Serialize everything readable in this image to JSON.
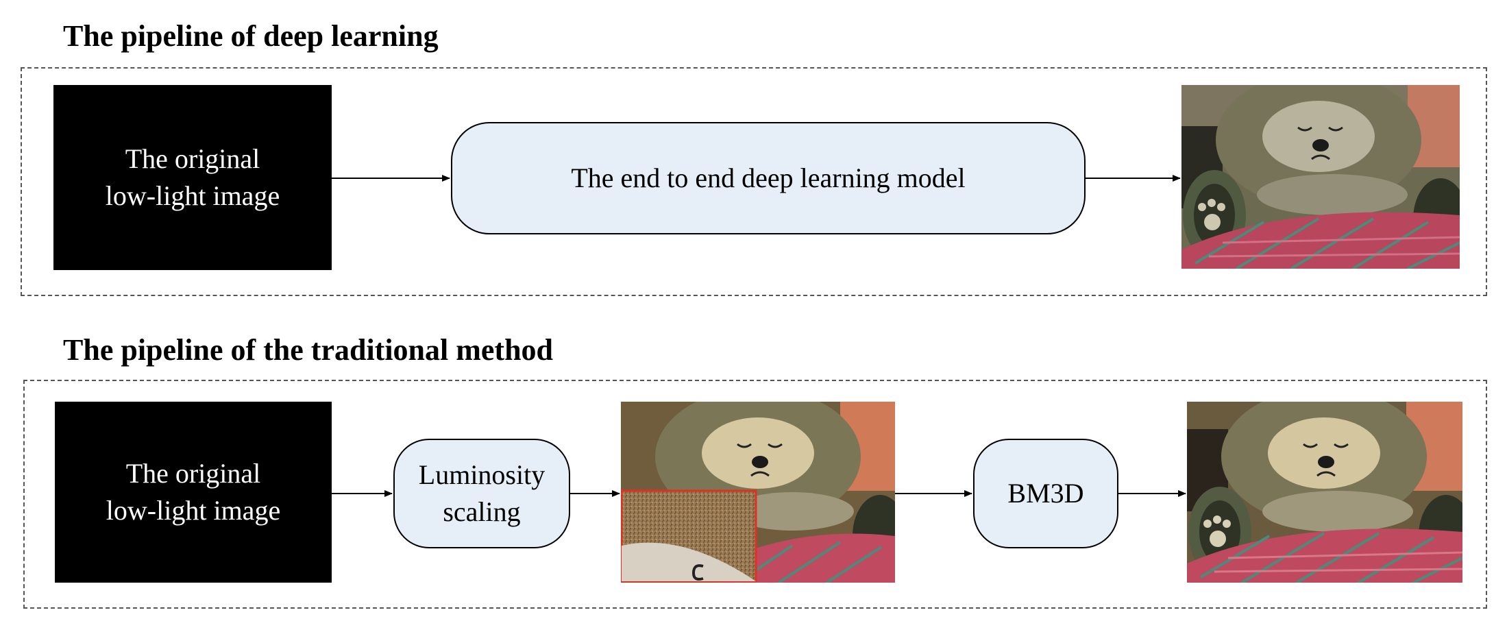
{
  "sections": {
    "deep_learning": {
      "title": "The pipeline of deep learning",
      "input_label": "The original\nlow-light image",
      "model_label": "The end to end deep learning model"
    },
    "traditional": {
      "title": "The pipeline of the traditional method",
      "input_label": "The original\nlow-light image",
      "scaling_label": "Luminosity\nscaling",
      "denoise_label": "BM3D"
    }
  },
  "colors": {
    "process_fill": "#e6eef8",
    "inset_border": "#e03020",
    "frame_border": "#555555"
  }
}
